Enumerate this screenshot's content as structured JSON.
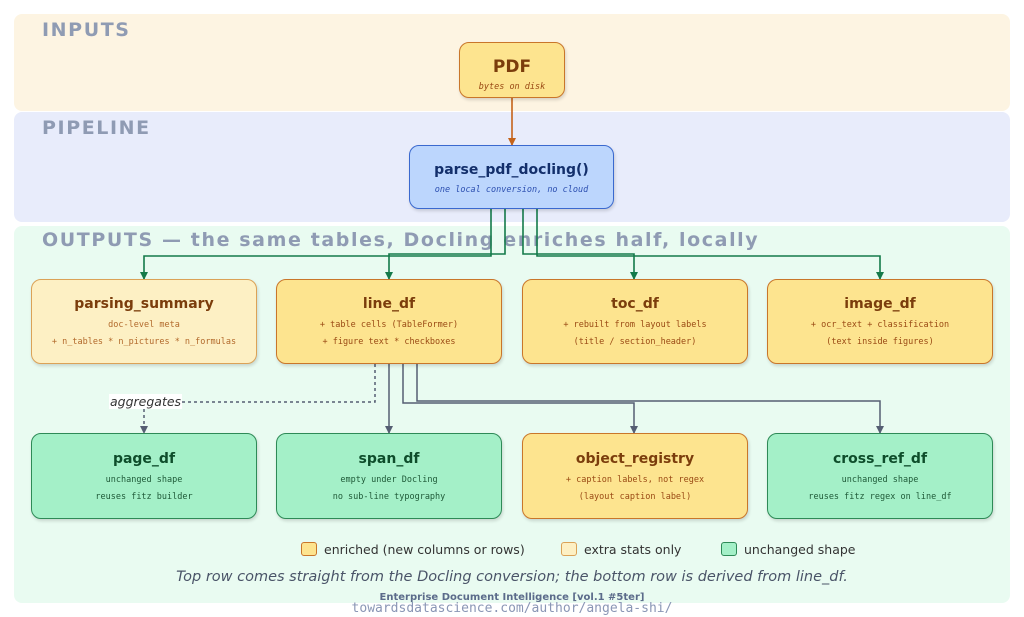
{
  "bands": {
    "inputs": "INPUTS",
    "pipeline": "PIPELINE",
    "outputs": "OUTPUTS — the same tables, Docling enriches half, locally"
  },
  "nodes": {
    "pdf": {
      "title": "PDF",
      "sub": "bytes on disk"
    },
    "parse": {
      "title": "parse_pdf_docling()",
      "sub": "one local conversion, no cloud"
    },
    "parsing_summary": {
      "title": "parsing_summary",
      "line1": "doc-level meta",
      "line2": "+ n_tables * n_pictures * n_formulas"
    },
    "line_df": {
      "title": "line_df",
      "line1": "+ table cells (TableFormer)",
      "line2": "+ figure text * checkboxes"
    },
    "toc_df": {
      "title": "toc_df",
      "line1": "+ rebuilt from layout labels",
      "line2": "(title / section_header)"
    },
    "image_df": {
      "title": "image_df",
      "line1": "+ ocr_text + classification",
      "line2": "(text inside figures)"
    },
    "page_df": {
      "title": "page_df",
      "line1": "unchanged shape",
      "line2": "reuses fitz builder"
    },
    "span_df": {
      "title": "span_df",
      "line1": "empty under Docling",
      "line2": "no sub-line typography"
    },
    "object_registry": {
      "title": "object_registry",
      "line1": "+ caption labels, not regex",
      "line2": "(layout caption label)"
    },
    "cross_ref_df": {
      "title": "cross_ref_df",
      "line1": "unchanged shape",
      "line2": "reuses fitz regex on line_df"
    }
  },
  "edge_labels": {
    "aggregates": "aggregates"
  },
  "legend": [
    {
      "label": "enriched (new columns or rows)",
      "color": "#fde48f",
      "border": "#c9762a"
    },
    {
      "label": "extra stats only",
      "color": "#fdf0c4",
      "border": "#dba257"
    },
    {
      "label": "unchanged shape",
      "color": "#a4f0c8",
      "border": "#2e8a57"
    }
  ],
  "note": "Top row comes straight from the Docling conversion; the bottom row is derived from line_df.",
  "credit": {
    "line1": "Enterprise Document Intelligence [vol.1 #5ter]",
    "line2": "towardsdatascience.com/author/angela-shi/"
  },
  "colors": {
    "arrow_input": "#c4631a",
    "arrow_output": "#147a4a",
    "arrow_derived": "#555e73"
  }
}
